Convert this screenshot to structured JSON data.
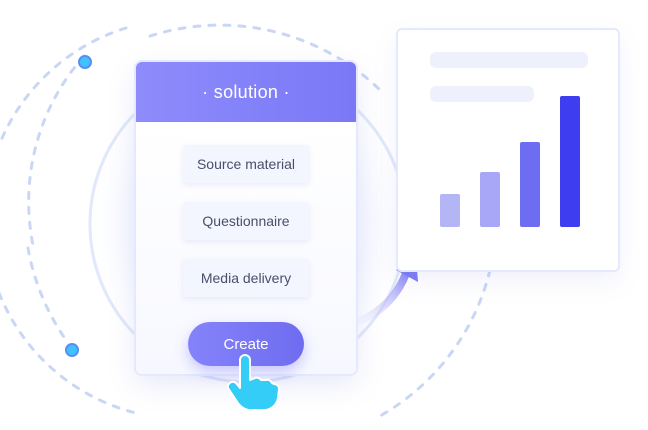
{
  "card": {
    "title": "· solution ·",
    "options": [
      "Source material",
      "Questionnaire",
      "Media delivery"
    ]
  },
  "create_button": {
    "label": "Create"
  },
  "chart_data": {
    "type": "bar",
    "categories": [
      "",
      "",
      "",
      ""
    ],
    "values": [
      33,
      55,
      85,
      131
    ],
    "colors": [
      "#b3b5f5",
      "#a8a7f7",
      "#6d6cf3",
      "#3e3df0"
    ]
  },
  "colors": {
    "accent": "#7a78f6",
    "deep_accent": "#3e3df0",
    "dot": "#3ec3ff",
    "hand": "#33cdf8",
    "dashes": "#c9d7f5"
  },
  "icons": {
    "pointer": "hand-pointer-icon",
    "arrow": "curved-arrow-icon",
    "dot": "blue-dot-icon"
  }
}
